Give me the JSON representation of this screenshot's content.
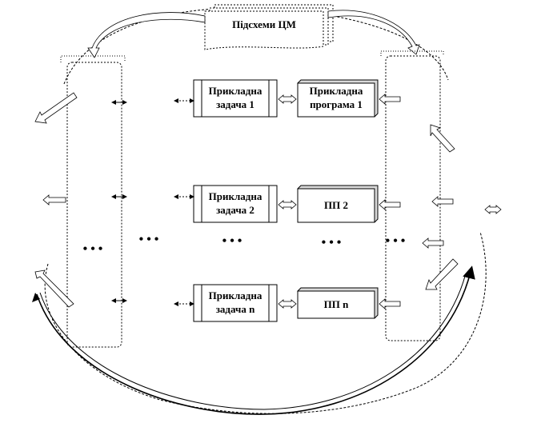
{
  "header": {
    "subschemas_label": "Підсхеми ЦМ"
  },
  "tasks": [
    {
      "label_line1": "Прикладна",
      "label_line2": "задача 1"
    },
    {
      "label_line1": "Прикладна",
      "label_line2": "задача 2"
    },
    {
      "label_line1": "Прикладна",
      "label_line2": "задача n"
    }
  ],
  "programs": [
    {
      "label_line1": "Прикладна",
      "label_line2": "програма 1"
    },
    {
      "label_line1": "ПП 2",
      "label_line2": ""
    },
    {
      "label_line1": "ПП n",
      "label_line2": ""
    }
  ],
  "ellipsis": "• • •",
  "colors": {
    "stroke": "#000000",
    "fill": "#ffffff",
    "shade": "#d9d9d9"
  }
}
